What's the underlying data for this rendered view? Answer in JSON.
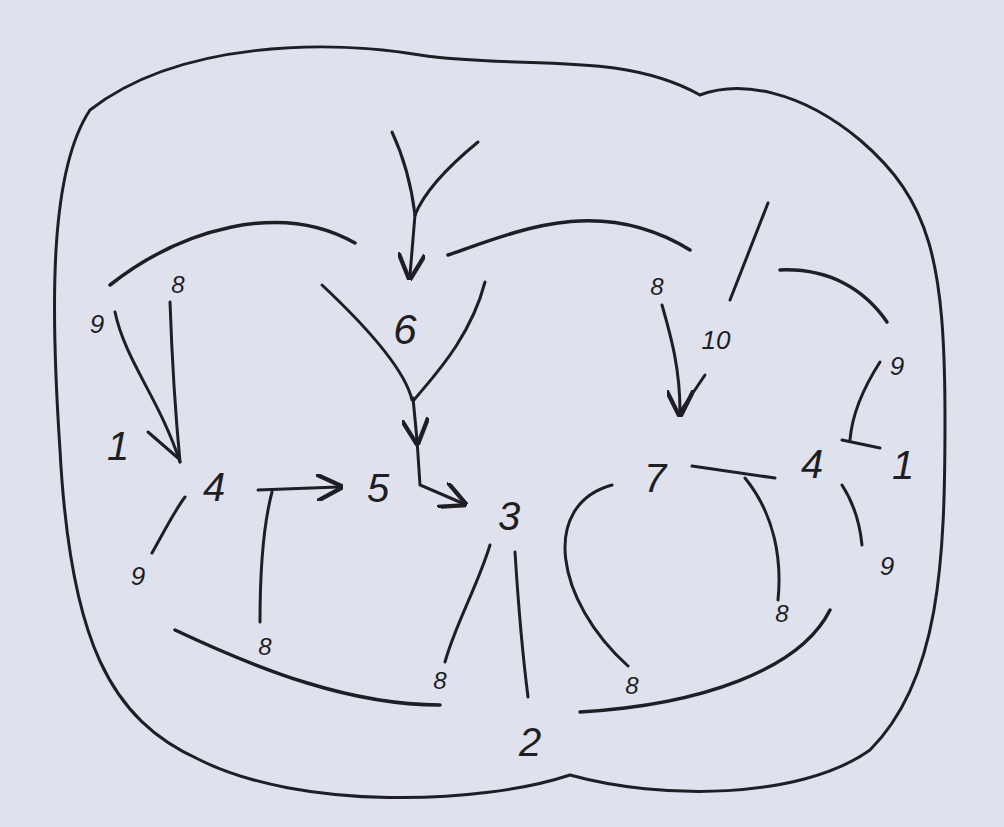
{
  "diagram": {
    "labels": [
      "8",
      "8",
      "10",
      "9",
      "9",
      "6",
      "1",
      "4",
      "7",
      "1",
      "4",
      "5",
      "3",
      "9",
      "9",
      "8",
      "8",
      "8",
      "8",
      "2"
    ]
  }
}
